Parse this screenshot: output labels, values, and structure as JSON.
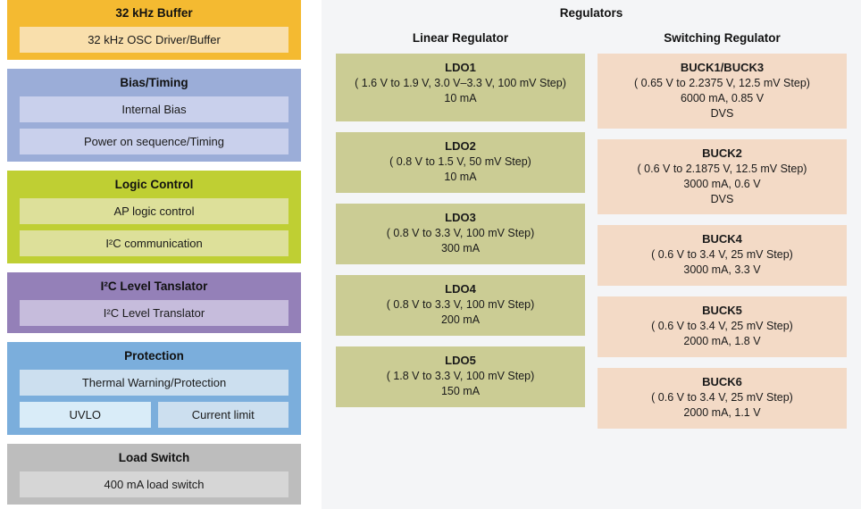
{
  "left_column": {
    "groups": [
      {
        "id": "osc",
        "title": "32 kHz Buffer",
        "items": [
          {
            "label": "32 kHz OSC Driver/Buffer"
          }
        ]
      },
      {
        "id": "bias",
        "title": "Bias/Timing",
        "items": [
          {
            "label": "Internal Bias"
          },
          {
            "label": "Power on sequence/Timing"
          }
        ]
      },
      {
        "id": "logic",
        "title": "Logic Control",
        "items": [
          {
            "label": "AP logic control"
          },
          {
            "label": "I²C communication"
          }
        ]
      },
      {
        "id": "i2c",
        "title": "I²C Level Tanslator",
        "items": [
          {
            "label": "I²C Level Translator"
          }
        ]
      },
      {
        "id": "protect",
        "title": "Protection",
        "items": [
          {
            "label": "Thermal Warning/Protection"
          },
          {
            "label": "UVLO"
          },
          {
            "label": "Current limit"
          }
        ]
      },
      {
        "id": "load",
        "title": "Load Switch",
        "items": [
          {
            "label": "400 mA load switch"
          }
        ]
      }
    ]
  },
  "right_panel": {
    "title": "Regulators",
    "linear_heading": "Linear Regulator",
    "switching_heading": "Switching Regulator",
    "linear": [
      {
        "name": "LDO1",
        "range": "( 1.6 V to 1.9 V, 3.0 V–3.3 V, 100 mV Step)",
        "current": "10 mA",
        "extra": ""
      },
      {
        "name": "LDO2",
        "range": "( 0.8 V to 1.5 V, 50 mV Step)",
        "current": "10 mA",
        "extra": ""
      },
      {
        "name": "LDO3",
        "range": "( 0.8 V to 3.3 V, 100 mV Step)",
        "current": "300 mA",
        "extra": ""
      },
      {
        "name": "LDO4",
        "range": "( 0.8 V to 3.3 V, 100 mV Step)",
        "current": "200 mA",
        "extra": ""
      },
      {
        "name": "LDO5",
        "range": "( 1.8 V to 3.3 V, 100 mV Step)",
        "current": "150 mA",
        "extra": ""
      }
    ],
    "switching": [
      {
        "name": "BUCK1/BUCK3",
        "range": "( 0.65 V to 2.2375 V, 12.5 mV Step)",
        "current": "6000 mA, 0.85 V",
        "extra": "DVS"
      },
      {
        "name": "BUCK2",
        "range": "( 0.6 V to 2.1875 V, 12.5 mV Step)",
        "current": "3000 mA, 0.6 V",
        "extra": "DVS"
      },
      {
        "name": "BUCK4",
        "range": "( 0.6 V to 3.4 V, 25 mV Step)",
        "current": "3000 mA, 3.3 V",
        "extra": ""
      },
      {
        "name": "BUCK5",
        "range": "( 0.6 V to 3.4 V, 25 mV Step)",
        "current": "2000 mA, 1.8 V",
        "extra": ""
      },
      {
        "name": "BUCK6",
        "range": "( 0.6 V to 3.4 V, 25 mV Step)",
        "current": "2000 mA, 1.1 V",
        "extra": ""
      }
    ]
  },
  "colors": {
    "osc_header": "#F4BA31",
    "osc_item": "#F9DFAC",
    "bias_header": "#9BADD8",
    "bias_item": "#C9D0EC",
    "logic_header": "#BFCF33",
    "logic_item": "#DDE09A",
    "i2c_header": "#9480B8",
    "i2c_item": "#C6BCDC",
    "protection_header": "#7BAEDC",
    "protection_item": "#CCDFEF",
    "protection_item_light": "#D9ECF8",
    "load_header": "#BDBDBD",
    "load_item": "#D6D6D6",
    "ldo_box": "#CBCC94",
    "buck_box": "#F3DAC6",
    "panel_background": "#F4F5F7"
  }
}
